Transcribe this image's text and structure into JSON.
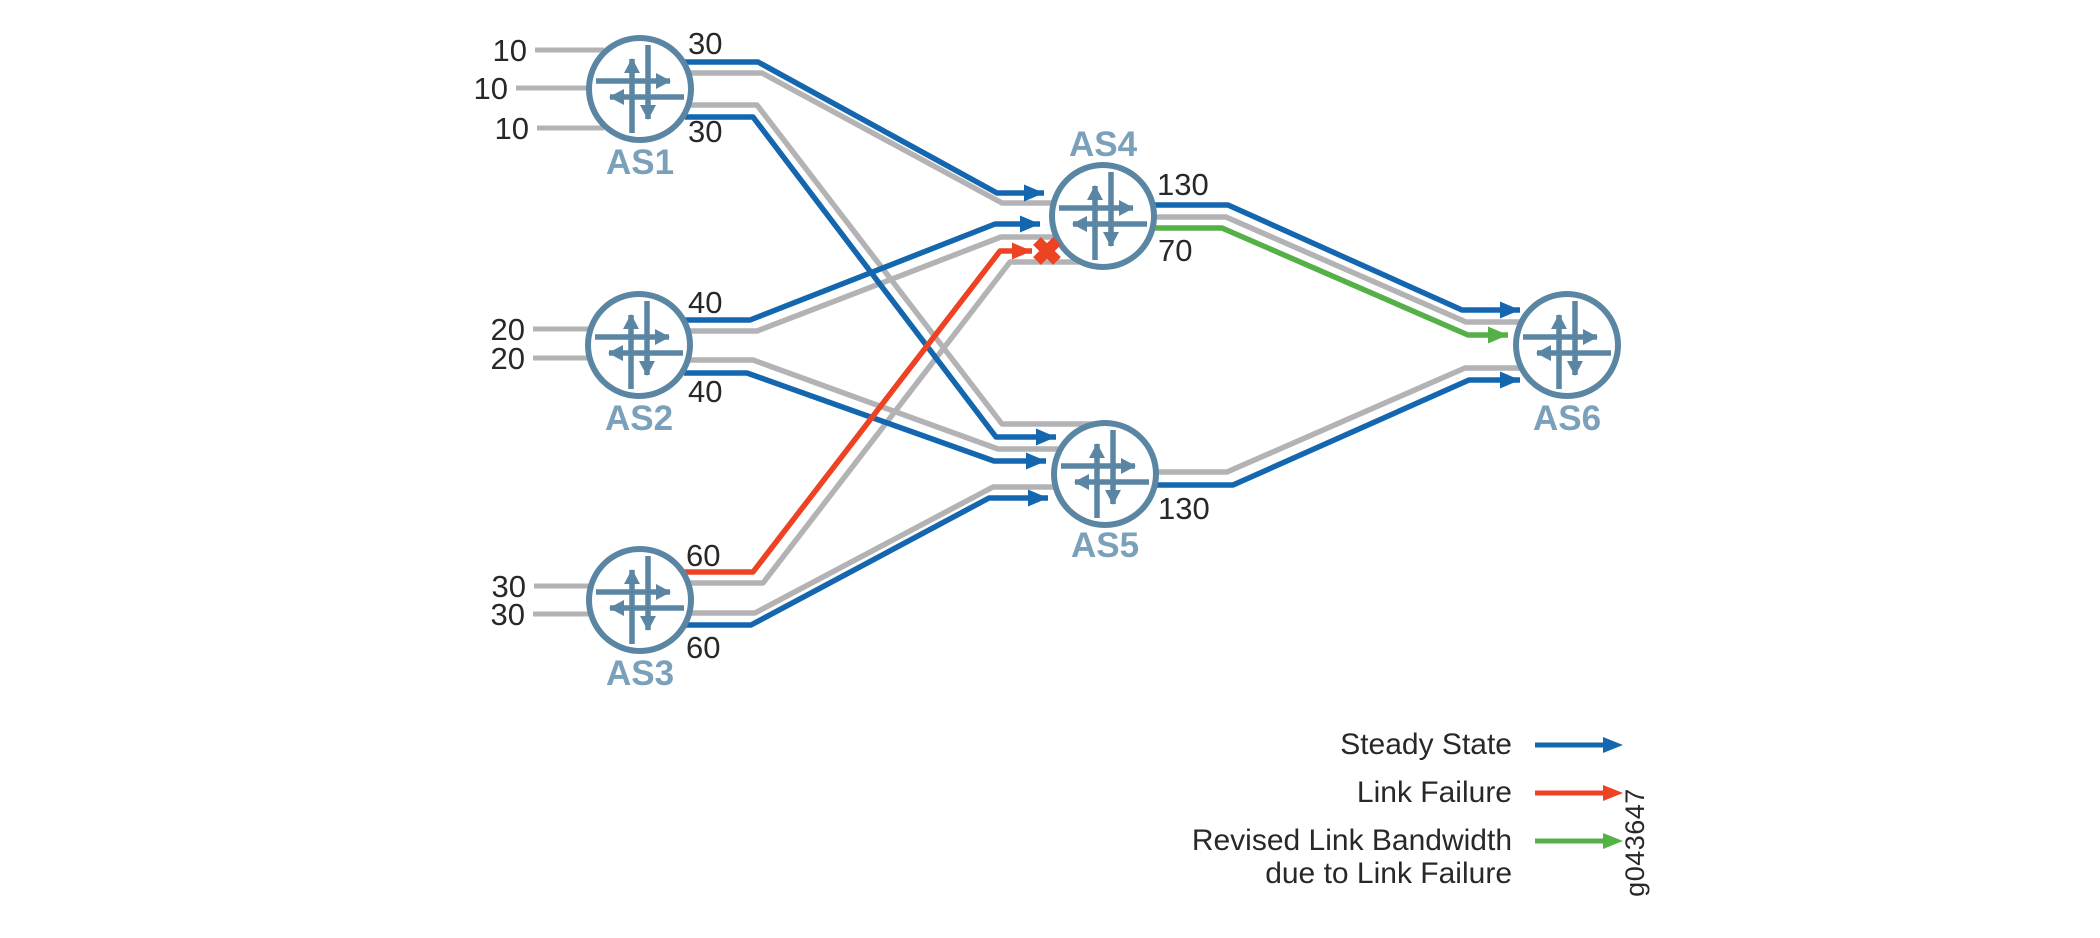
{
  "figure": {
    "watermark": "g043647"
  },
  "colors": {
    "steady": "#1467AF",
    "failure": "#EE4323",
    "revised": "#55B147",
    "link_gray": "#B3B3B5",
    "router": "#5A86A4",
    "router_label": "#7AA0BA",
    "text": "#282828"
  },
  "nodes": [
    {
      "id": "as1",
      "label": "AS1",
      "input_labels": [
        "10",
        "10",
        "10"
      ]
    },
    {
      "id": "as2",
      "label": "AS2",
      "input_labels": [
        "20",
        "20"
      ]
    },
    {
      "id": "as3",
      "label": "AS3",
      "input_labels": [
        "30",
        "30"
      ]
    },
    {
      "id": "as4",
      "label": "AS4",
      "input_labels": []
    },
    {
      "id": "as5",
      "label": "AS5",
      "input_labels": []
    },
    {
      "id": "as6",
      "label": "AS6",
      "input_labels": []
    }
  ],
  "links": [
    {
      "id": "as1-as4",
      "from": "AS1",
      "to": "AS4",
      "type": "steady",
      "bandwidth": "30"
    },
    {
      "id": "as1-as5",
      "from": "AS1",
      "to": "AS5",
      "type": "steady",
      "bandwidth": "30"
    },
    {
      "id": "as2-as4",
      "from": "AS2",
      "to": "AS4",
      "type": "steady",
      "bandwidth": "40"
    },
    {
      "id": "as2-as5",
      "from": "AS2",
      "to": "AS5",
      "type": "steady",
      "bandwidth": "40"
    },
    {
      "id": "as3-as4",
      "from": "AS3",
      "to": "AS4",
      "type": "failure",
      "bandwidth": "60",
      "failed": true
    },
    {
      "id": "as3-as5",
      "from": "AS3",
      "to": "AS5",
      "type": "steady",
      "bandwidth": "60"
    },
    {
      "id": "as4-as6",
      "from": "AS4",
      "to": "AS6",
      "type": "steady",
      "bandwidth": "130",
      "revised_bandwidth": "70"
    },
    {
      "id": "as5-as6",
      "from": "AS5",
      "to": "AS6",
      "type": "steady",
      "bandwidth": "130"
    }
  ],
  "legend": {
    "items": [
      {
        "id": "steady",
        "lines": [
          "Steady State"
        ],
        "color_key": "steady"
      },
      {
        "id": "failure",
        "lines": [
          "Link Failure"
        ],
        "color_key": "failure"
      },
      {
        "id": "revised",
        "lines": [
          "Revised Link Bandwidth",
          "due to Link Failure"
        ],
        "color_key": "revised"
      }
    ]
  }
}
